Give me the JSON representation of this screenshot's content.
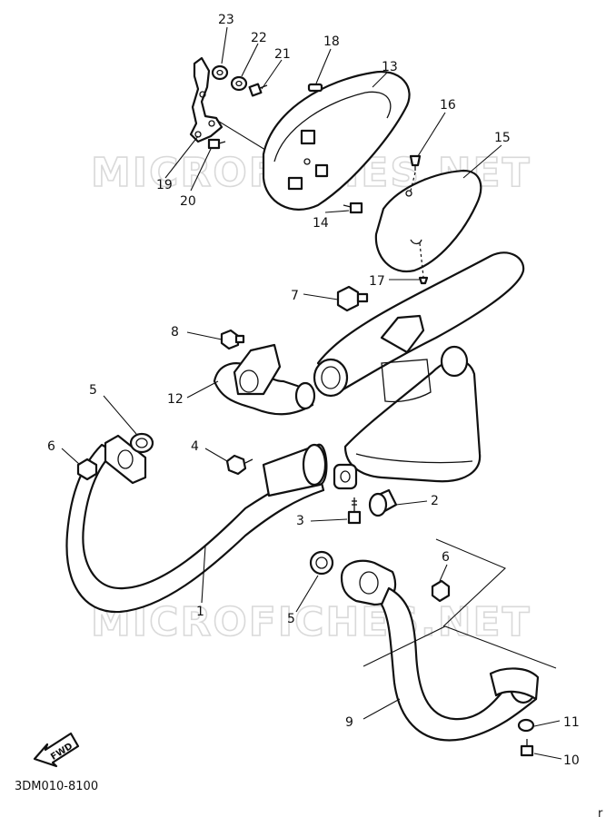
{
  "diagram": {
    "drawing_code": "3DM010-8100",
    "watermark": "MICROFICHES.NET",
    "forward_arrow_label": "FWD",
    "corner_mark": "r",
    "callouts": [
      "23",
      "22",
      "21",
      "18",
      "13",
      "16",
      "15",
      "19",
      "20",
      "14",
      "17",
      "7",
      "8",
      "12",
      "5",
      "6",
      "4",
      "2",
      "3",
      "6",
      "5",
      "1",
      "9",
      "11",
      "10"
    ]
  }
}
